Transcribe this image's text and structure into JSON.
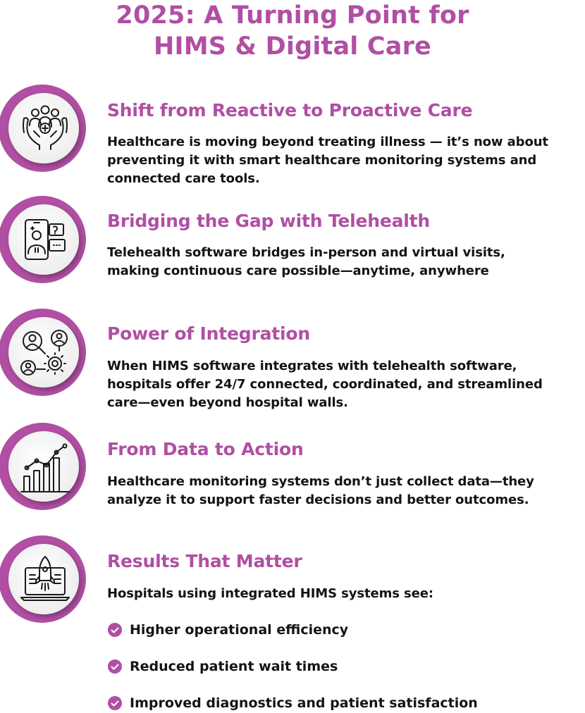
{
  "title": {
    "line1": "2025: A Turning Point for",
    "line2": "HIMS & Digital Care"
  },
  "colors": {
    "accent": "#b04fa3",
    "text": "#141414",
    "badge_ring": "#b04fa3"
  },
  "sections": [
    {
      "icon": "caring-hands-people-icon",
      "heading": " Shift from Reactive to Proactive Care",
      "lines": [
        "Healthcare is moving beyond treating illness — it’s now about",
        "preventing it with smart healthcare monitoring systems and",
        "connected care tools."
      ]
    },
    {
      "icon": "telehealth-phone-doctor-icon",
      "heading": "Bridging the Gap with Telehealth",
      "lines": [
        "Telehealth software bridges in-person and virtual visits,",
        "making continuous care possible—anytime, anywhere"
      ]
    },
    {
      "icon": "integration-network-gear-icon",
      "heading": "Power of Integration",
      "lines": [
        "When HIMS software integrates with telehealth software,",
        "hospitals offer 24/7 connected, coordinated, and streamlined",
        "care—even beyond hospital walls."
      ]
    },
    {
      "icon": "growth-chart-icon",
      "heading": "From Data to Action",
      "lines": [
        "Healthcare monitoring systems don’t just collect data—they",
        "analyze it to support faster decisions and better outcomes."
      ]
    },
    {
      "icon": "rocket-laptop-icon",
      "heading": "Results That Matter",
      "lines": [
        "Hospitals using integrated HIMS systems see:"
      ],
      "bullets": [
        "Higher operational efficiency",
        "Reduced patient wait times",
        "Improved diagnostics and patient satisfaction"
      ]
    }
  ]
}
